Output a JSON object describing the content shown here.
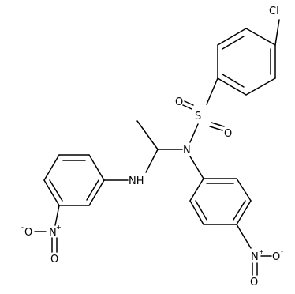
{
  "structure": {
    "atoms": {
      "cl": "Cl",
      "s": "S",
      "o_sulfonyl_1": "O",
      "o_sulfonyl_2": "O",
      "n_sulfonamide": "N",
      "nh": "NH",
      "n_nitro_left": "N",
      "o_nitro_left_anion": "O",
      "o_nitro_left": "O",
      "n_nitro_right": "N",
      "o_nitro_right_anion": "O",
      "o_nitro_right": "O"
    },
    "charges": {
      "n_nitro_left": "+",
      "o_nitro_left_anion": "-",
      "n_nitro_right": "+",
      "o_nitro_right_anion": "-"
    }
  }
}
